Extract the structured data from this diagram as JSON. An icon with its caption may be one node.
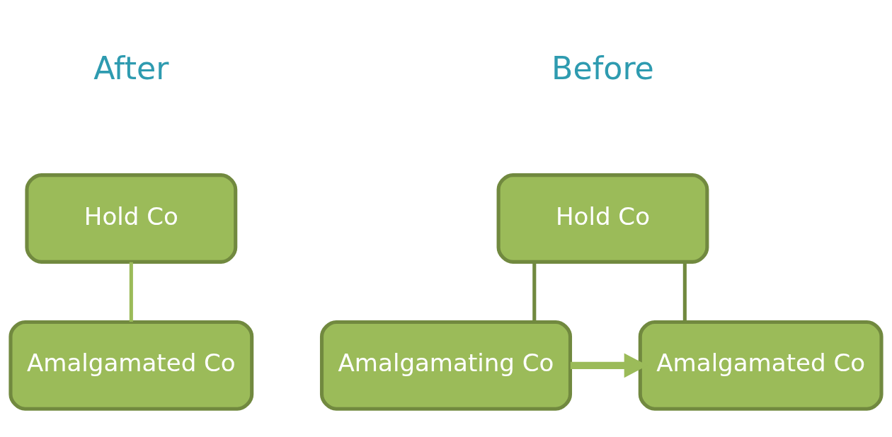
{
  "diagram": {
    "nodes": [
      {
        "text": [
          "Hold Co"
        ]
      },
      {
        "text": [
          "Amalgamating Co"
        ]
      },
      {
        "text": [
          "Amalgamated Co"
        ]
      },
      {
        "text": [
          "Hold Co"
        ]
      },
      {
        "text": [
          "Amalgamated Co"
        ]
      }
    ],
    "edges": [
      {
        "from": 0,
        "to": 1,
        "arrow": "none"
      },
      {
        "from": 0,
        "to": 2,
        "arrow": "none"
      },
      {
        "from": 1,
        "to": 2,
        "arrow": "to",
        "style": "thick",
        "color": "#9bbb59"
      },
      {
        "from": 3,
        "to": 4,
        "arrow": "none",
        "color": "#9bbb59"
      }
    ],
    "labels": [
      "Before",
      "After"
    ]
  }
}
